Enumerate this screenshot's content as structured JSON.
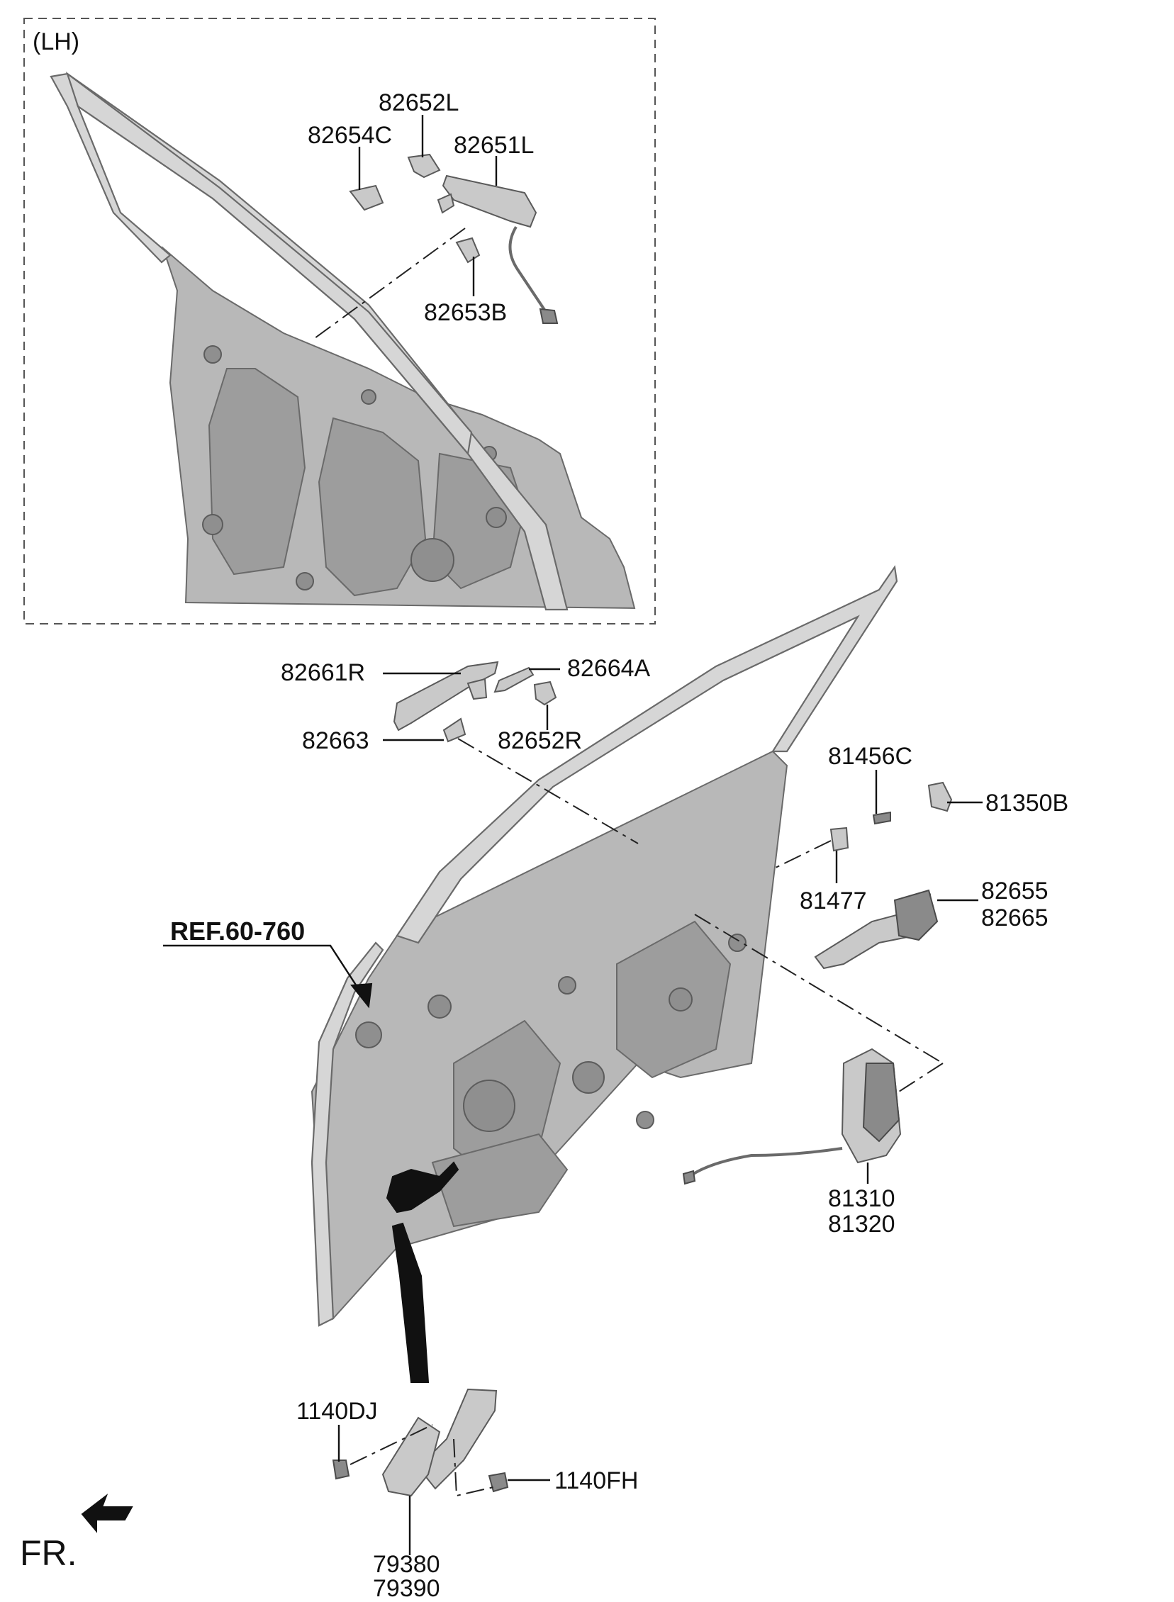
{
  "diagram": {
    "lh_label": "(LH)",
    "ref_label": "REF.60-760",
    "fr_label": "FR.",
    "parts": {
      "p82652L": "82652L",
      "p82654C": "82654C",
      "p82651L": "82651L",
      "p82653B": "82653B",
      "p82661R": "82661R",
      "p82664A": "82664A",
      "p82663": "82663",
      "p82652R": "82652R",
      "p81456C": "81456C",
      "p81350B": "81350B",
      "p81477": "81477",
      "p82655": "82655",
      "p82665": "82665",
      "p81310": "81310",
      "p81320": "81320",
      "p1140DJ": "1140DJ",
      "p1140FH": "1140FH",
      "p79380": "79380",
      "p79390": "79390"
    }
  }
}
